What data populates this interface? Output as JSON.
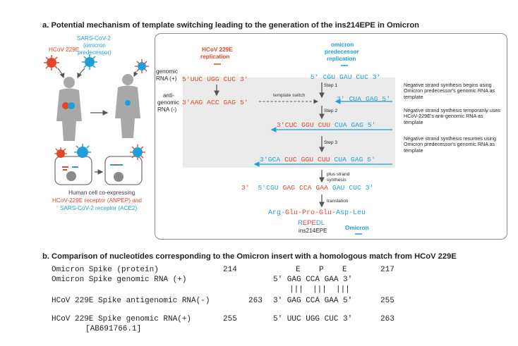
{
  "panel_a": {
    "title": "a. Potential mechanism of template switching leading to the generation of the ins214EPE in Omicron",
    "hcov_label": "HCoV 229E",
    "sars_label": [
      "SARS-CoV-2",
      "(omicron",
      "predecessor)"
    ],
    "cell_caption": [
      "Human cell co-expressing",
      "HCoV-229E receptor (ANPEP) and",
      "SARS-CoV-2 receptor (ACE2)"
    ],
    "col_hcov": [
      "HCoV 229E",
      "replication"
    ],
    "col_omicron": [
      "omicron",
      "predecessor",
      "replication"
    ],
    "genomic_label": [
      "genomic",
      "RNA (+)"
    ],
    "antigenomic_label": [
      "anti-",
      "genomic",
      "RNA (-)"
    ],
    "seq_hcov_genomic": "5'UUC UGG CUC 3'",
    "seq_hcov_antigenomic": "3'AAG ACC GAG 5'",
    "seq_omi_genomic": "5' CGU GAU CUC 3'",
    "template_switch": "template switch",
    "step1": "Step 1",
    "step2": "Step 2",
    "step3": "Step 3",
    "step1_seq": "3' CUA GAG 5'",
    "step2_seq": "3'CUC GGU CUU CUA GAG 5'",
    "step3_seq": "3'GCA CUC GGU CUU CUA GAG 5'",
    "plus_strand": [
      "plus strand",
      "synthesis"
    ],
    "final_seq": "3'  5'CGU GAG CCA GAA GAU CUC 3'",
    "translation": "translation",
    "protein": "Arg-Glu-Pro-Glu-Asp-Leu",
    "letters": "REPEDL",
    "ins_label": "ins214EPE",
    "omicron_label": "Omicron",
    "note1": "Negative strand synthesis begins using Omicron predecessor's genomic RNA as template",
    "note2": "Negative strand synthesis temporarily uses HCoV-229E's anti-genomic RNA as template",
    "note3": "Negative strand synthesis resumes using Omicron predecessor's genomic RNA as template"
  },
  "panel_b": {
    "title": "b. Comparison of nucleotides corresponding to the Omicron insert with a homologous match from HCoV 229E",
    "rows": [
      {
        "label": "Omicron Spike (protein)",
        "start": "214",
        "seq": "E   P   E",
        "end": "217"
      },
      {
        "label": "Omicron Spike genomic RNA (+)",
        "start": "",
        "seq": "5' GAG CCA GAA 3'",
        "end": ""
      },
      {
        "label": "",
        "start": "",
        "seq": "|||  |||  |||",
        "end": ""
      },
      {
        "label": "HCoV 229E Spike antigenomic RNA(-)",
        "start": "263",
        "seq": "3' GAG CCA GAA 5'",
        "end": "255"
      },
      {
        "label": "HCoV 229E Spike genomic RNA(+)",
        "start": "255",
        "seq": "5' UUC UGG CUC 3'",
        "end": "263"
      }
    ],
    "accession": "[AB691766.1]"
  },
  "colors": {
    "hcov": "#e0472b",
    "sars": "#1f9ed8",
    "figure": "#a8a8a8"
  }
}
